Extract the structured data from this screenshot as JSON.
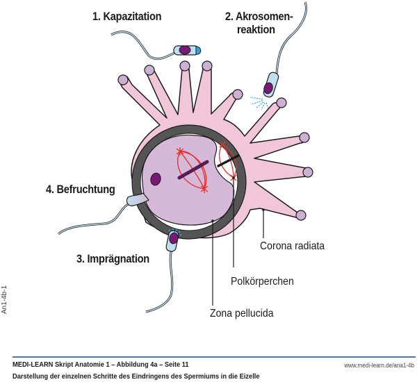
{
  "steps": {
    "step1": "1. Kapazitation",
    "step2_line1": "2. Akrosomen-",
    "step2_line2": "reaktion",
    "step3": "3. Imprägnation",
    "step4": "4. Befruchtung"
  },
  "parts": {
    "corona": "Corona radiata",
    "polar_body": "Polkörperchen",
    "zona": "Zona pellucida"
  },
  "side_code": "An1-4b-1",
  "footer": {
    "title": "MEDI-LEARN Skript Anatomie 1 – Abbildung 4a – Seite 11",
    "url": "www.medi-learn.de/ana1-4b",
    "caption": "Darstellung der einzelnen Schritte des Eindringens des Spermiums in die Eizelle"
  },
  "colors": {
    "corona_fill": "#f2c6d9",
    "corona_tip": "#cdb1d4",
    "zona": "#555555",
    "oocyte": "#d6b9d8",
    "nucleus": "#7a1a78",
    "sperm_body": "#bfe0ee",
    "acrosome": "#2aa6de",
    "spindle": "#e0342e",
    "accent_line": "#4a77b4"
  }
}
